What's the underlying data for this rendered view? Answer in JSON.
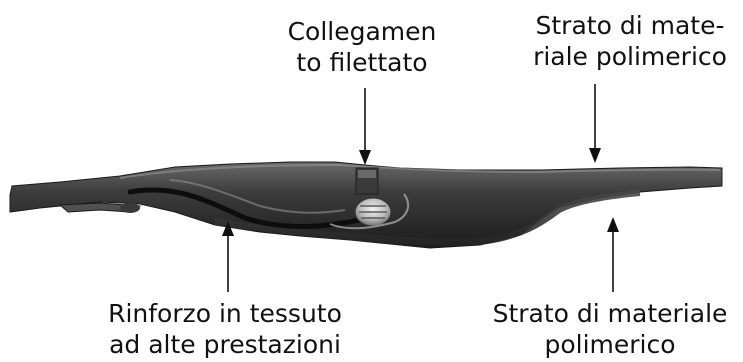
{
  "labels": {
    "threaded_connection": {
      "line1": "Collegamen",
      "line2": "to filettato"
    },
    "polymer_layer_top": {
      "line1": "Strato di mate-",
      "line2": "riale polimerico"
    },
    "fabric_reinforcement": {
      "line1": "Rinforzo in tessuto",
      "line2": "ad alte prestazioni"
    },
    "polymer_layer_bottom": {
      "line1": "Strato di materiale",
      "line2": "polimerico"
    }
  },
  "colors": {
    "background": "#ffffff",
    "text": "#111111",
    "arrow": "#111111",
    "part_dark": "#2a2a2a",
    "part_mid": "#4a4a4a",
    "part_light": "#8a8a8a",
    "reinforcement": "#151515",
    "insert_metal": "#d8d8d8"
  }
}
